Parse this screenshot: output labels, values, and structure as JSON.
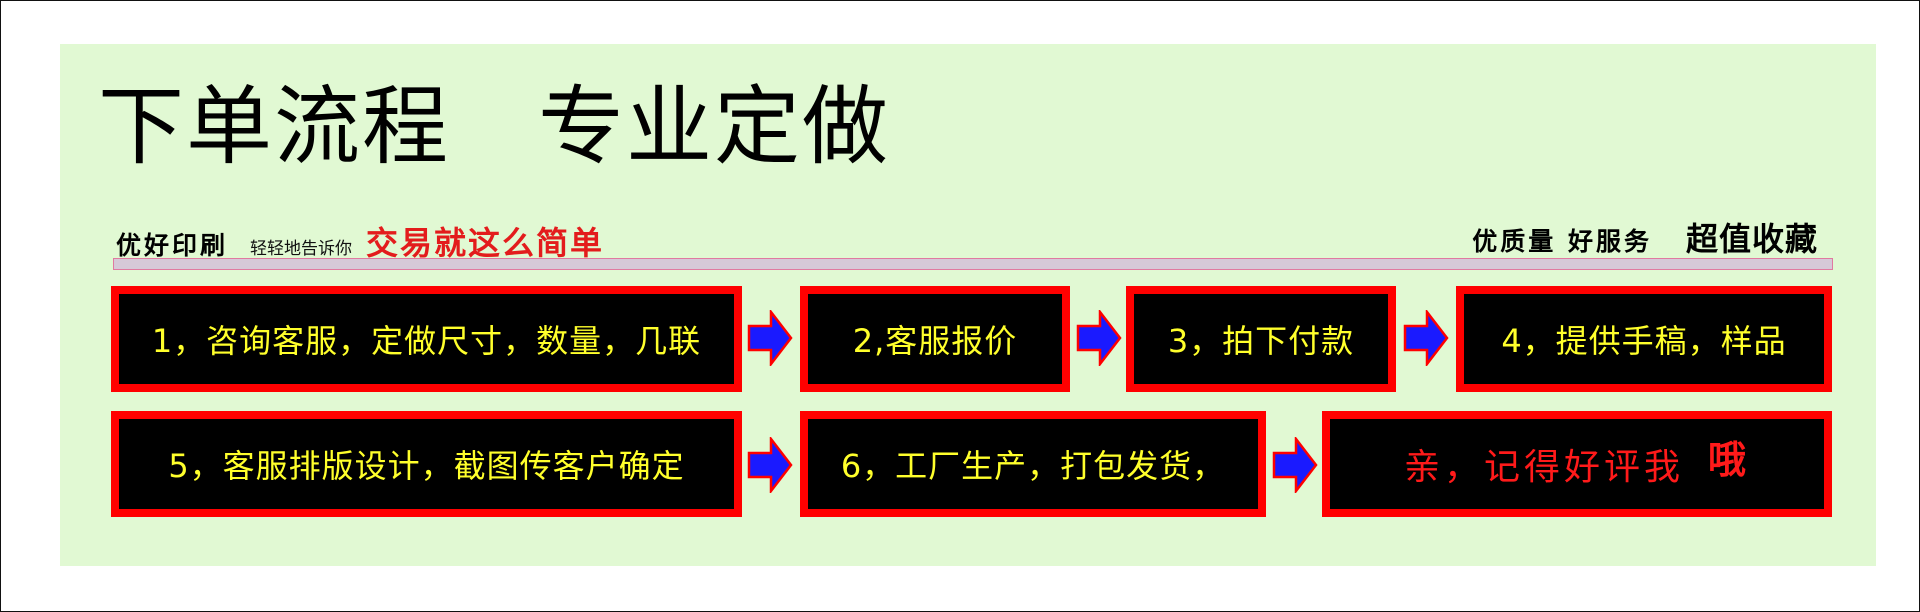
{
  "header": {
    "title": "下单流程   专业定做"
  },
  "subheader": {
    "brand": "优好印刷",
    "whisper": "轻轻地告诉你",
    "simple": "交易就这么简单",
    "quality": "优质量 好服务",
    "collect": "超值收藏"
  },
  "steps": [
    {
      "label": "1，咨询客服，定做尺寸，数量，几联"
    },
    {
      "label": "2,客服报价"
    },
    {
      "label": "3，拍下付款"
    },
    {
      "label": "4，提供手稿，样品"
    },
    {
      "label": "5，客服排版设计，截图传客户确定"
    },
    {
      "label": "6，工厂生产，打包发货，"
    },
    {
      "label": "亲，记得好评我",
      "emphasis": "哦"
    }
  ],
  "colors": {
    "panel_background": "#e1f9d3",
    "step_border": "#ff0000",
    "step_background": "#000000",
    "step_text": "#ffff2b",
    "final_text": "#ff1a1a",
    "arrow_fill": "#1a1aff",
    "arrow_outline": "#ff0000",
    "accent_text": "#e31c1c"
  },
  "icons": {
    "arrow": "right-arrow-icon"
  }
}
